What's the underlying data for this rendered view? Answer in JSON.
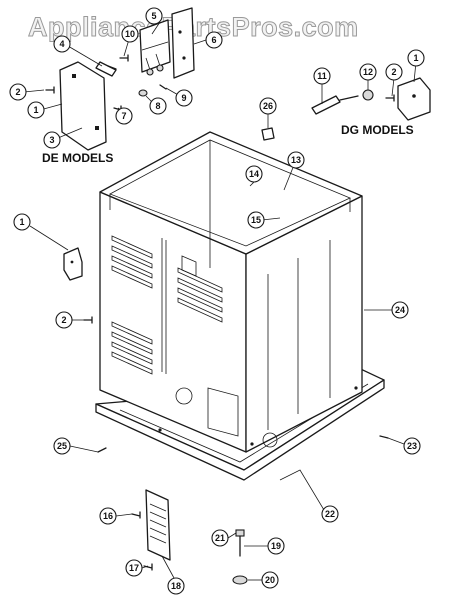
{
  "watermark": "AppliancePartsPros.com",
  "labels": {
    "de_models": "DE MODELS",
    "dg_models": "DG MODELS"
  },
  "callouts": {
    "c1a": "1",
    "c2a": "2",
    "c3": "3",
    "c4": "4",
    "c5": "5",
    "c6": "6",
    "c7": "7",
    "c8": "8",
    "c9": "9",
    "c10": "10",
    "c11": "11",
    "c12": "12",
    "c2b": "2",
    "c1b": "1",
    "c26": "26",
    "c14": "14",
    "c13": "13",
    "c15": "15",
    "c1c": "1",
    "c2c": "2",
    "c24": "24",
    "c23": "23",
    "c25": "25",
    "c22": "22",
    "c16": "16",
    "c21": "21",
    "c19": "19",
    "c17": "17",
    "c18": "18",
    "c20": "20"
  }
}
